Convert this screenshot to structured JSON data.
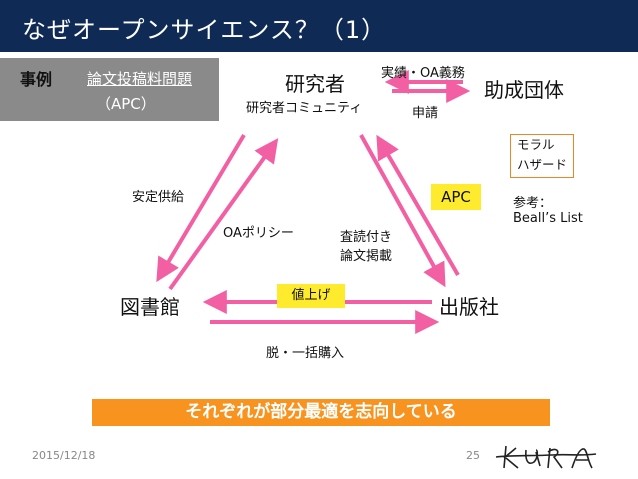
{
  "title": "なぜオープンサイエンス？（1）",
  "case": {
    "tag": "事例",
    "topic": "論文投稿料問題",
    "sub": "（APC）"
  },
  "nodes": {
    "researcher": "研究者",
    "community": "研究者コミュニティ",
    "funder": "助成団体",
    "library": "図書館",
    "publisher": "出版社"
  },
  "labels": {
    "results_oa": "実績・OA義務",
    "application": "申請",
    "stable_supply": "安定供給",
    "oa_policy": "OAポリシー",
    "peer_review_1": "査読付き",
    "peer_review_2": "論文掲載",
    "apc": "APC",
    "price_up": "値上げ",
    "escape_bundle": "脱・一括購入"
  },
  "moral_hazard": {
    "line1": "モラル",
    "line2": "ハザード"
  },
  "reference": {
    "line1": "参考：",
    "line2": "Beall’s List"
  },
  "banner": "それぞれが部分最適を志向している",
  "footer": {
    "date": "2015/12/18",
    "page": "25"
  },
  "colors": {
    "title_bg": "#0f2a55",
    "arrow": "#f25fa3",
    "banner": "#f7931e",
    "highlight": "#ffeb2e",
    "gray": "#8a8a8a"
  }
}
